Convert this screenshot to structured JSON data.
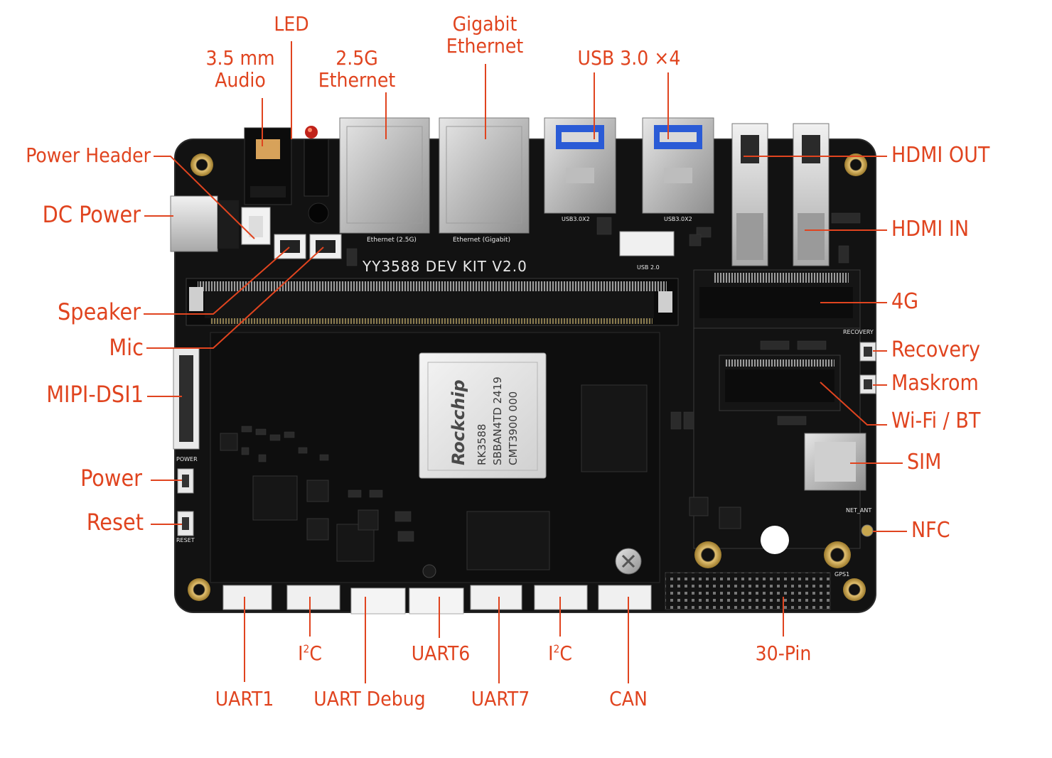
{
  "colors": {
    "label": "#e0441f",
    "board": "#101010",
    "silk": "#e6e6e6",
    "gold": "#c9a44a"
  },
  "labels": {
    "led": "LED",
    "audio": "3.5 mm\nAudio",
    "eth25": "2.5G\nEthernet",
    "gigabit": "Gigabit\nEthernet",
    "usb3": "USB 3.0 ×4",
    "power_header": "Power Header",
    "dc_power": "DC Power",
    "speaker": "Speaker",
    "mic": "Mic",
    "mipi": "MIPI-DSI1",
    "power": "Power",
    "reset": "Reset",
    "hdmi_out": "HDMI OUT",
    "hdmi_in": "HDMI IN",
    "g4": "4G",
    "recovery": "Recovery",
    "maskrom": "Maskrom",
    "wifi": "Wi-Fi / BT",
    "sim": "SIM",
    "nfc": "NFC",
    "uart1": "UART1",
    "i2c_1_pre": "I",
    "i2c_1_sup": "2",
    "i2c_1_post": "C",
    "uart_debug": "UART Debug",
    "uart6": "UART6",
    "uart7": "UART7",
    "i2c_2_pre": "I",
    "i2c_2_sup": "2",
    "i2c_2_post": "C",
    "can": "CAN",
    "pin30": "30-Pin"
  },
  "board": {
    "title": "YY3588  DEV KIT  V2.0",
    "eth25_silk": "Ethernet  (2.5G)",
    "gigabit_silk": "Ethernet  (Gigabit)",
    "usb_left_silk": "USB3.0X2",
    "usb_right_silk": "USB3.0X2",
    "usb2_silk": "USB 2.0",
    "recovery_silk": "RECOVERY",
    "power_silk": "POWER",
    "reset_silk": "RESET",
    "nfc_silk": "NET_ANT",
    "gps_silk": "GPS1",
    "chip_brand": "Rockchip",
    "chip_lines": [
      "RK3588",
      "SBBAN4TD  2419",
      "CMT3900  000"
    ]
  }
}
